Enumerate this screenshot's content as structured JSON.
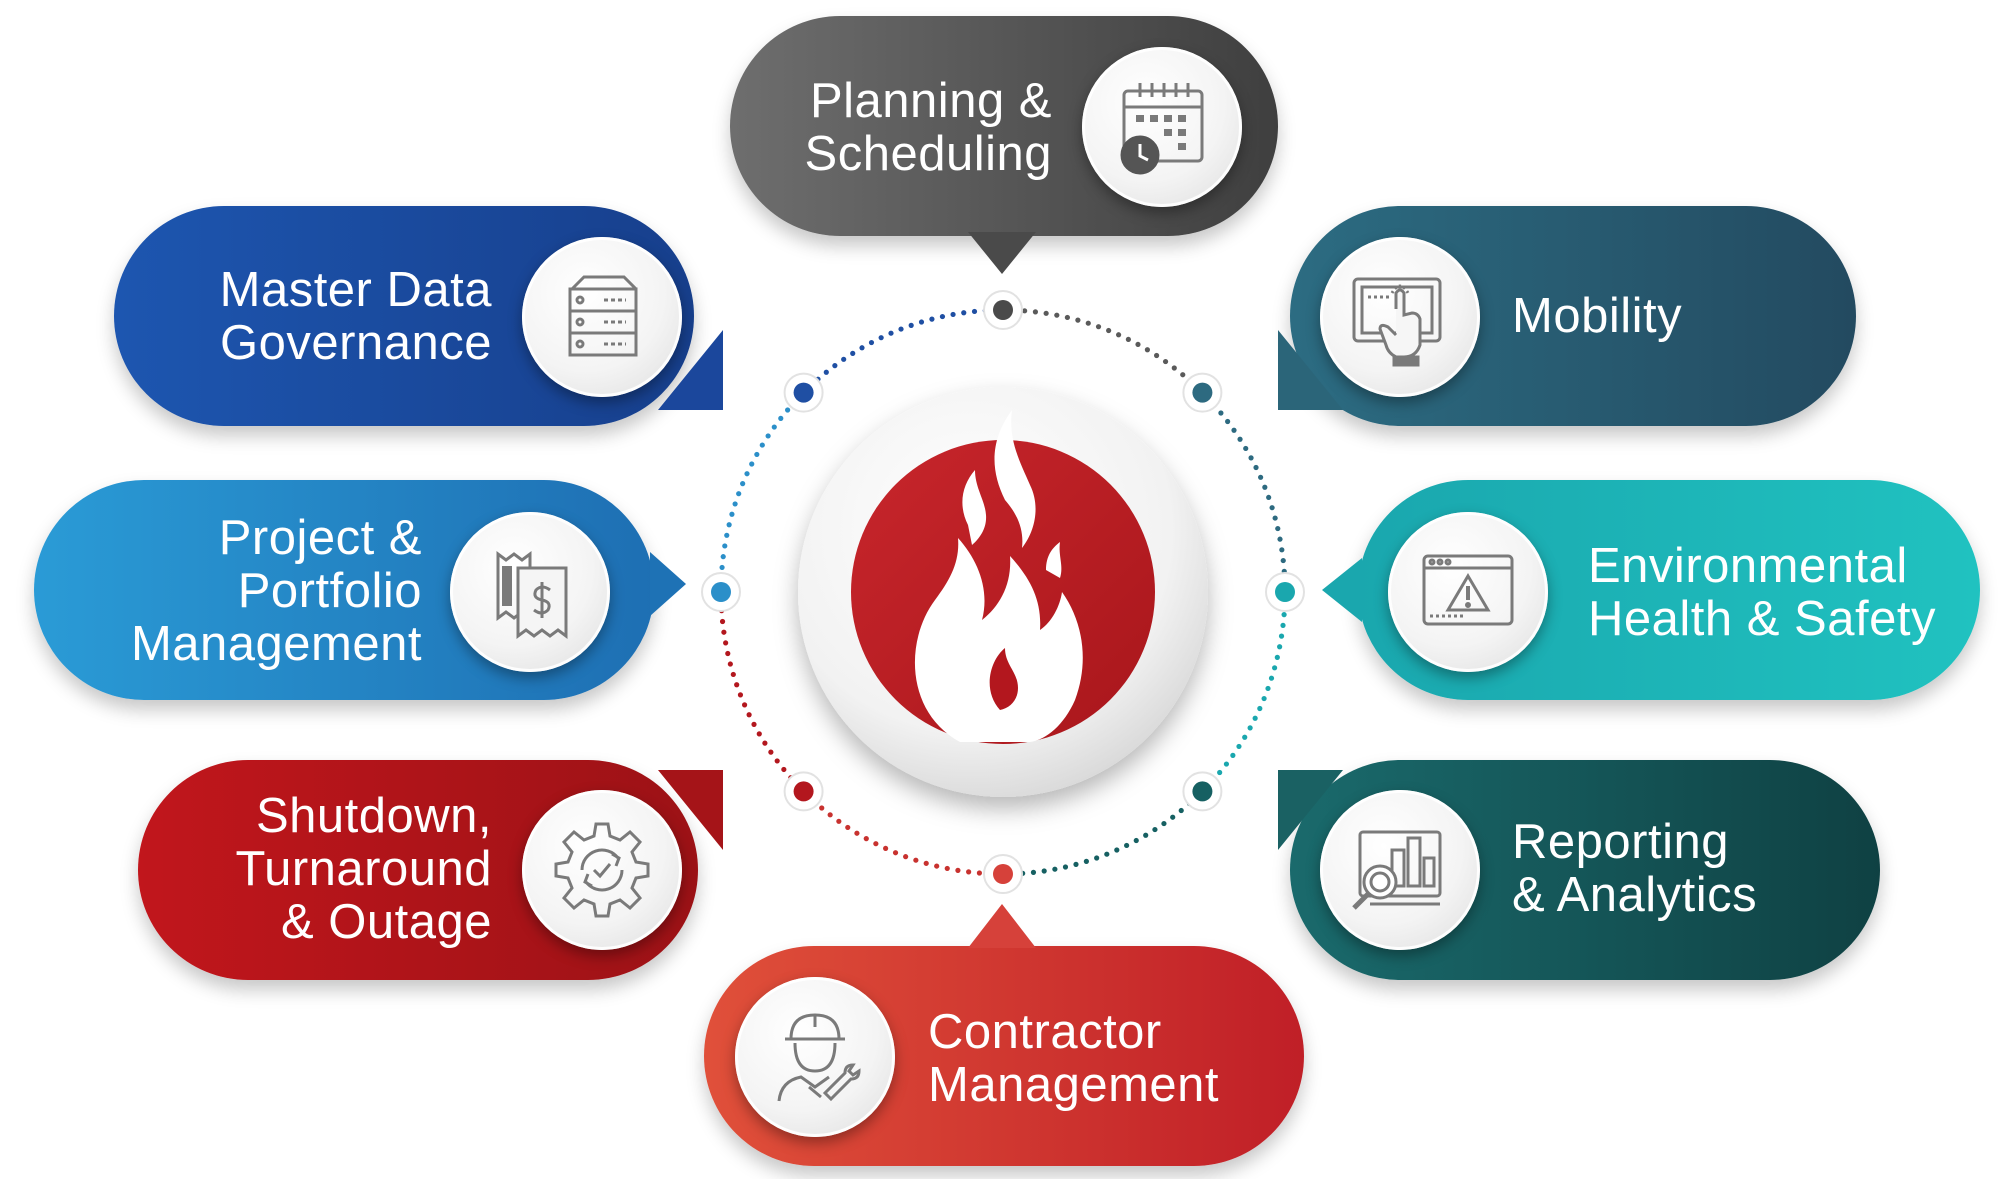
{
  "modules": [
    {
      "id": "planning",
      "lines": [
        "Planning &",
        "Scheduling"
      ],
      "icon": "calendar-clock-icon"
    },
    {
      "id": "master-data",
      "lines": [
        "Master Data",
        "Governance"
      ],
      "icon": "server-icon"
    },
    {
      "id": "mobility",
      "lines": [
        "Mobility"
      ],
      "icon": "touch-screen-icon"
    },
    {
      "id": "project",
      "lines": [
        "Project &",
        "Portfolio",
        "Management"
      ],
      "icon": "invoice-dollar-icon"
    },
    {
      "id": "ehs",
      "lines": [
        "Environmental",
        "Health & Safety"
      ],
      "icon": "warning-window-icon"
    },
    {
      "id": "shutdown",
      "lines": [
        "Shutdown,",
        "Turnaround",
        "& Outage"
      ],
      "icon": "gear-cycle-icon"
    },
    {
      "id": "reporting",
      "lines": [
        "Reporting",
        "& Analytics"
      ],
      "icon": "chart-magnifier-icon"
    },
    {
      "id": "contractor",
      "lines": [
        "Contractor",
        "Management"
      ],
      "icon": "worker-wrench-icon"
    }
  ],
  "center": {
    "icon": "flame-icon"
  },
  "colors": {
    "gray": "#5b5b5b",
    "blue_dark": "#1f4fa3",
    "blue_mid": "#2b8fc9",
    "teal_dark": "#2b6579",
    "teal_light": "#1ab3b3",
    "teal_deep": "#165b5e",
    "red_dark": "#b3171e",
    "red_light": "#d9373c",
    "icon_stroke": "#7a7a7a"
  }
}
